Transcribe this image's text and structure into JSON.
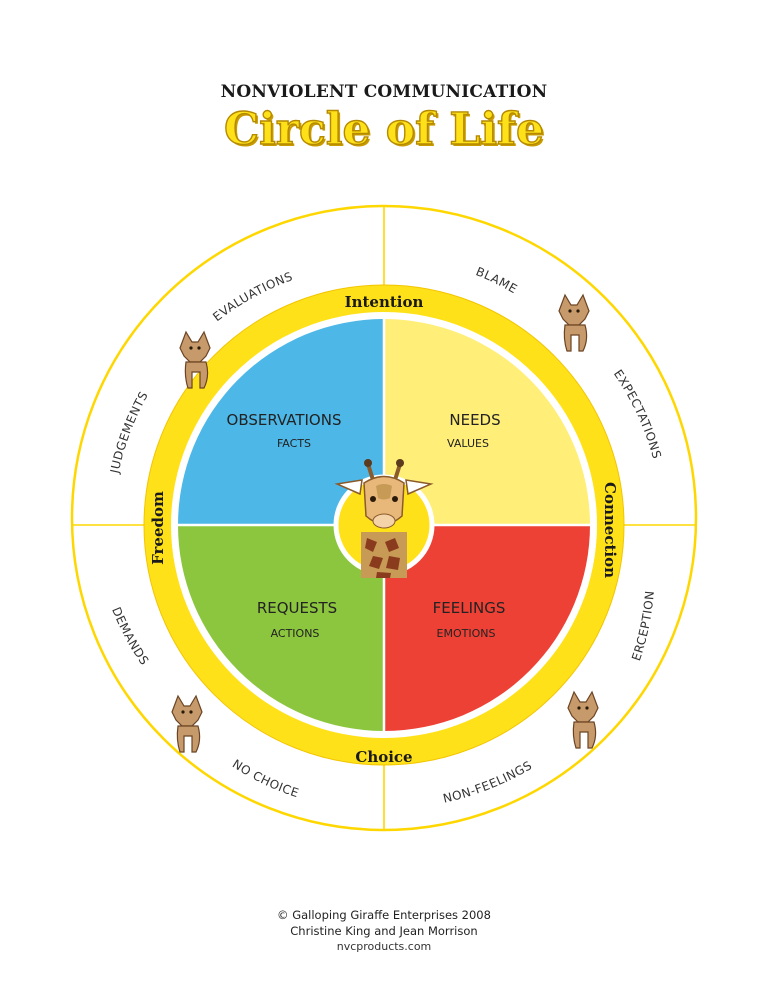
{
  "header": {
    "subtitle": "NONVIOLENT COMMUNICATION",
    "title": "Circle of Life"
  },
  "quadrants": {
    "top_left": {
      "title": "OBSERVATIONS",
      "sub": "FACTS",
      "color": "#4DB8E8"
    },
    "top_right": {
      "title": "NEEDS",
      "sub": "VALUES",
      "color": "#FFEE78"
    },
    "bottom_left": {
      "title": "REQUESTS",
      "sub": "ACTIONS",
      "color": "#8CC63F"
    },
    "bottom_right": {
      "title": "FEELINGS",
      "sub": "EMOTIONS",
      "color": "#EE4136"
    }
  },
  "ring": {
    "top": "Intention",
    "right": "Connection",
    "bottom": "Choice",
    "left": "Freedom",
    "color": "#FFE11A"
  },
  "outer": {
    "evaluations": "EVALUATIONS",
    "blame": "BLAME",
    "expectations": "EXPECTATIONS",
    "perceptions": "PERCEPTIONS",
    "non_feelings": "NON-FEELINGS",
    "no_choice": "NO CHOICE",
    "demands": "DEMANDS",
    "judgements": "JUDGEMENTS",
    "border_color": "#FFD700"
  },
  "footer": {
    "line1": "© Galloping Giraffe Enterprises 2008",
    "line2": "Christine King and Jean Morrison",
    "line3": "nvcproducts.com"
  }
}
